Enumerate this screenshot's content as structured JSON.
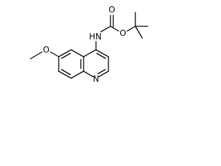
{
  "molecule": {
    "atom_labels": {
      "amine_nh": "HN",
      "carbonyl_o": "O",
      "ester_o": "O",
      "methoxy_o": "O",
      "ring_n": "N"
    }
  }
}
